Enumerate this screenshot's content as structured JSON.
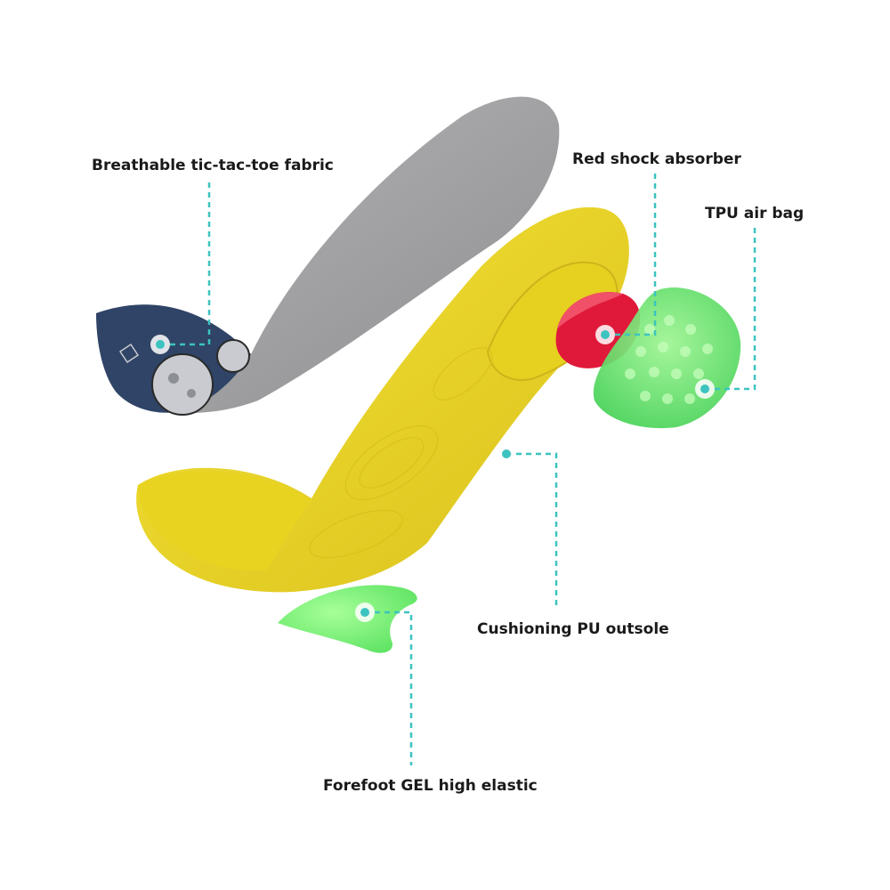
{
  "callouts": {
    "fabric": "Breathable tic-tac-toe fabric",
    "red_absorber": "Red shock absorber",
    "tpu_airbag": "TPU air bag",
    "pu_outsole": "Cushioning PU outsole",
    "gel_forefoot": "Forefoot GEL high elastic"
  },
  "colors": {
    "callout_line": "#3cc3c0",
    "yellow_outsole": "#f0dc2a",
    "gray_fabric": "#9a9a9c",
    "navy_print": "#2f4466",
    "red_pad": "#e0193a",
    "green_gel": "#6fe86a"
  }
}
